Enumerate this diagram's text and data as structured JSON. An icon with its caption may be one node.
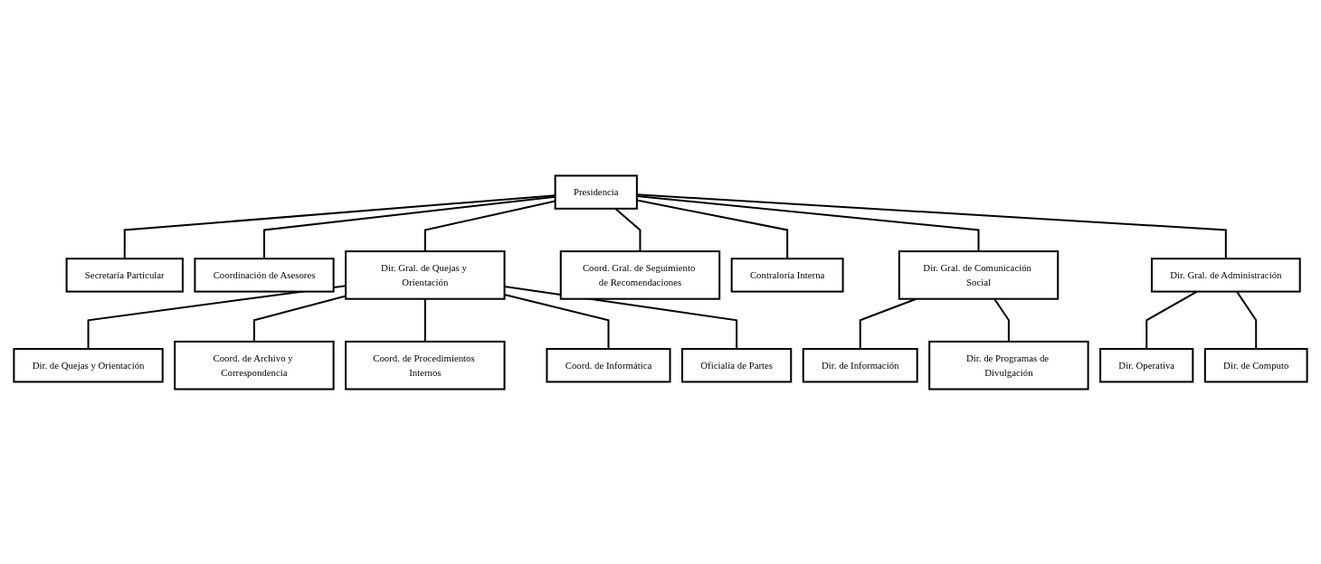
{
  "diagram": {
    "nodes": [
      {
        "text": [
          "Presidencia"
        ]
      },
      {
        "text": [
          "Secretaría Particular"
        ]
      },
      {
        "text": [
          "Coordinación de Asesores"
        ]
      },
      {
        "text": [
          "Dir. Gral. de Quejas y Orientación"
        ]
      },
      {
        "text": [
          "Coord. Gral. de Seguimiento de Recomendaciones"
        ]
      },
      {
        "text": [
          "Contraloría Interna"
        ]
      },
      {
        "text": [
          "Dir. Gral. de Comunicación Social"
        ]
      },
      {
        "text": [
          "Dir. Gral. de Administración"
        ]
      },
      {
        "text": [
          "Dir. de Quejas y Orientación"
        ]
      },
      {
        "text": [
          "Coord. de Archivo y Correspondencia"
        ]
      },
      {
        "text": [
          "Coord. de Procedimientos Internos"
        ]
      },
      {
        "text": [
          "Coord. de Informática"
        ]
      },
      {
        "text": [
          "Oficialía de Partes"
        ]
      },
      {
        "text": [
          "Dir. de Información"
        ]
      },
      {
        "text": [
          "Dir. de Programas de Divulgación"
        ]
      },
      {
        "text": [
          "Dir. Operativa"
        ]
      },
      {
        "text": [
          "Dir. de Computo"
        ]
      }
    ],
    "edges": [
      {
        "from": 0,
        "to": 1,
        "arrow": "none"
      },
      {
        "from": 0,
        "to": 2,
        "arrow": "none"
      },
      {
        "from": 0,
        "to": 3,
        "arrow": "none"
      },
      {
        "from": 0,
        "to": 4,
        "arrow": "none"
      },
      {
        "from": 0,
        "to": 5,
        "arrow": "none"
      },
      {
        "from": 0,
        "to": 6,
        "arrow": "none"
      },
      {
        "from": 0,
        "to": 7,
        "arrow": "none"
      },
      {
        "from": 3,
        "to": 8,
        "arrow": "none"
      },
      {
        "from": 3,
        "to": 9,
        "arrow": "none"
      },
      {
        "from": 3,
        "to": 10,
        "arrow": "none"
      },
      {
        "from": 3,
        "to": 11,
        "arrow": "none"
      },
      {
        "from": 3,
        "to": 12,
        "arrow": "none"
      },
      {
        "from": 6,
        "to": 13,
        "arrow": "none"
      },
      {
        "from": 6,
        "to": 14,
        "arrow": "none"
      },
      {
        "from": 7,
        "to": 15,
        "arrow": "none"
      },
      {
        "from": 7,
        "to": 16,
        "arrow": "none"
      }
    ]
  }
}
